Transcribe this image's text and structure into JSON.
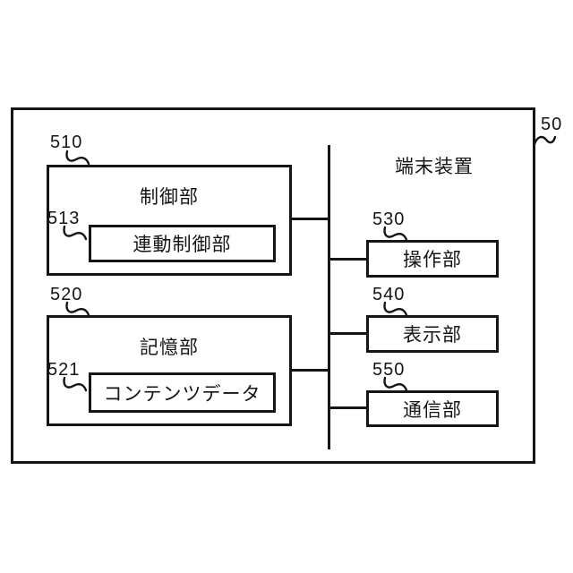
{
  "colors": {
    "ink": "#151515",
    "background": "#ffffff"
  },
  "diagram": {
    "outer_ref": "50",
    "title": "端末装置",
    "blocks": {
      "control": {
        "ref": "510",
        "label": "制御部",
        "children": {
          "linked_control": {
            "ref": "513",
            "label": "連動制御部"
          }
        }
      },
      "storage": {
        "ref": "520",
        "label": "記憶部",
        "children": {
          "content_data": {
            "ref": "521",
            "label": "コンテンツデータ"
          }
        }
      },
      "operation": {
        "ref": "530",
        "label": "操作部"
      },
      "display": {
        "ref": "540",
        "label": "表示部"
      },
      "communication": {
        "ref": "550",
        "label": "通信部"
      }
    }
  }
}
